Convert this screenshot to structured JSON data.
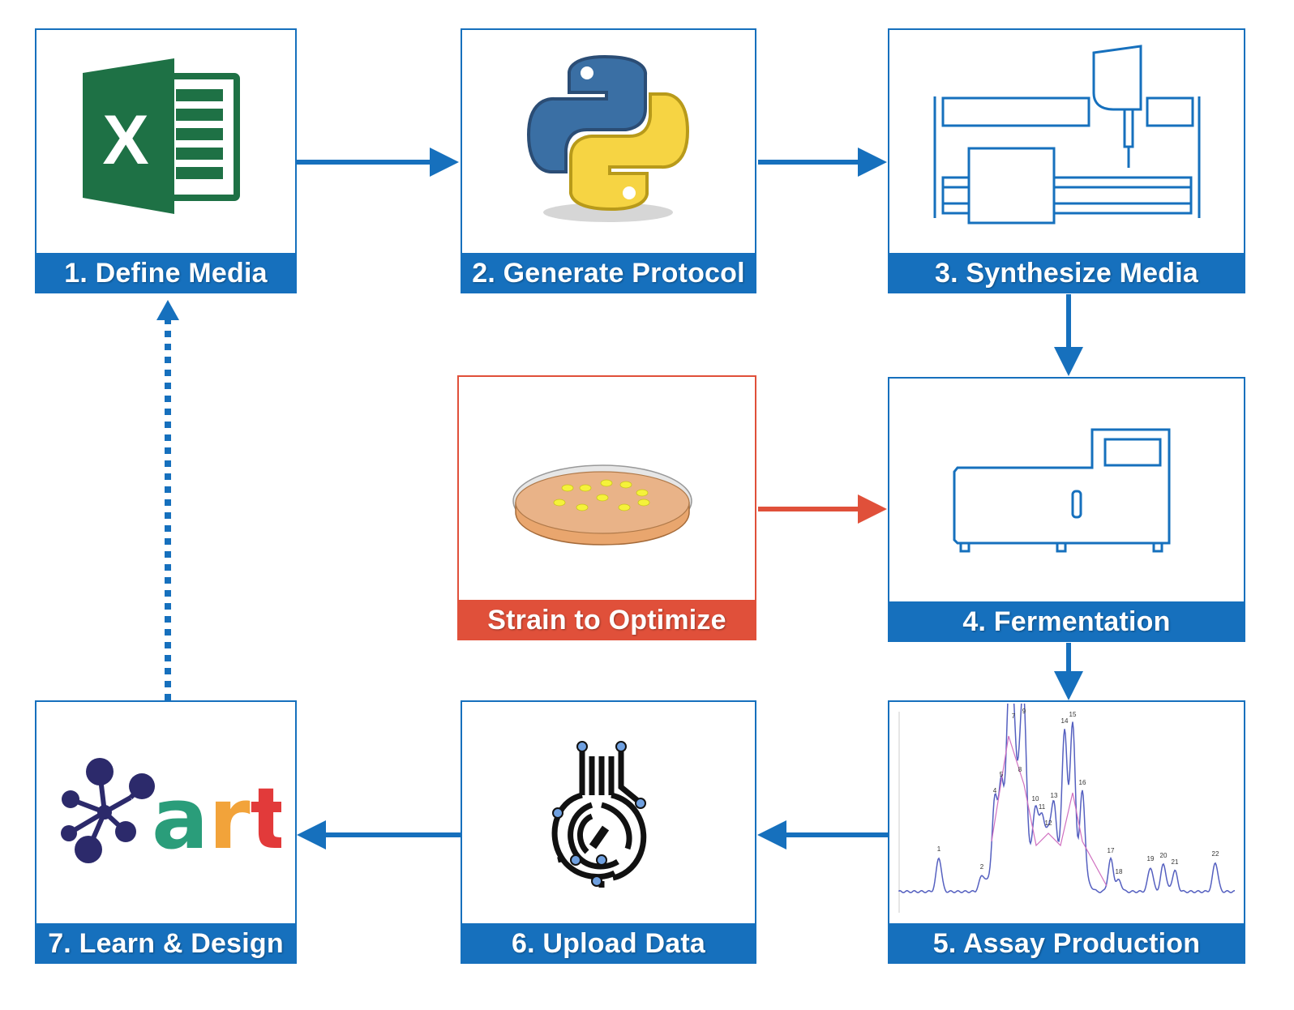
{
  "steps": {
    "define_media": "1. Define Media",
    "generate_protocol": "2. Generate Protocol",
    "synthesize_media": "3. Synthesize Media",
    "fermentation": "4. Fermentation",
    "assay_production": "5. Assay Production",
    "upload_data": "6. Upload Data",
    "learn_design": "7. Learn & Design",
    "strain": "Strain to Optimize"
  },
  "logos": {
    "excel_letter": "X",
    "art_wordmark": "art"
  },
  "chromatogram_peaks": [
    "1",
    "2",
    "4",
    "5",
    "6",
    "7",
    "8",
    "9",
    "10",
    "11",
    "12",
    "13",
    "14",
    "15",
    "16",
    "17",
    "18",
    "19",
    "20",
    "21",
    "22"
  ],
  "icons": {
    "define_media": "excel-icon",
    "generate_protocol": "python-icon",
    "synthesize_media": "liquid-handler-icon",
    "fermentation": "bioreactor-icon",
    "assay_production": "chromatogram-icon",
    "upload_data": "data-repository-icon",
    "learn_design": "art-logo-icon",
    "strain": "petri-dish-icon"
  },
  "colors": {
    "primary": "#1670bd",
    "strain": "#e0503a",
    "excel_green": "#1e7145",
    "python_blue": "#3a6fa4",
    "python_yellow": "#f6d443",
    "art_navy": "#2c2a6b",
    "art_green": "#2a9d7a",
    "art_orange": "#f2a33a",
    "art_red": "#e23a3a"
  }
}
